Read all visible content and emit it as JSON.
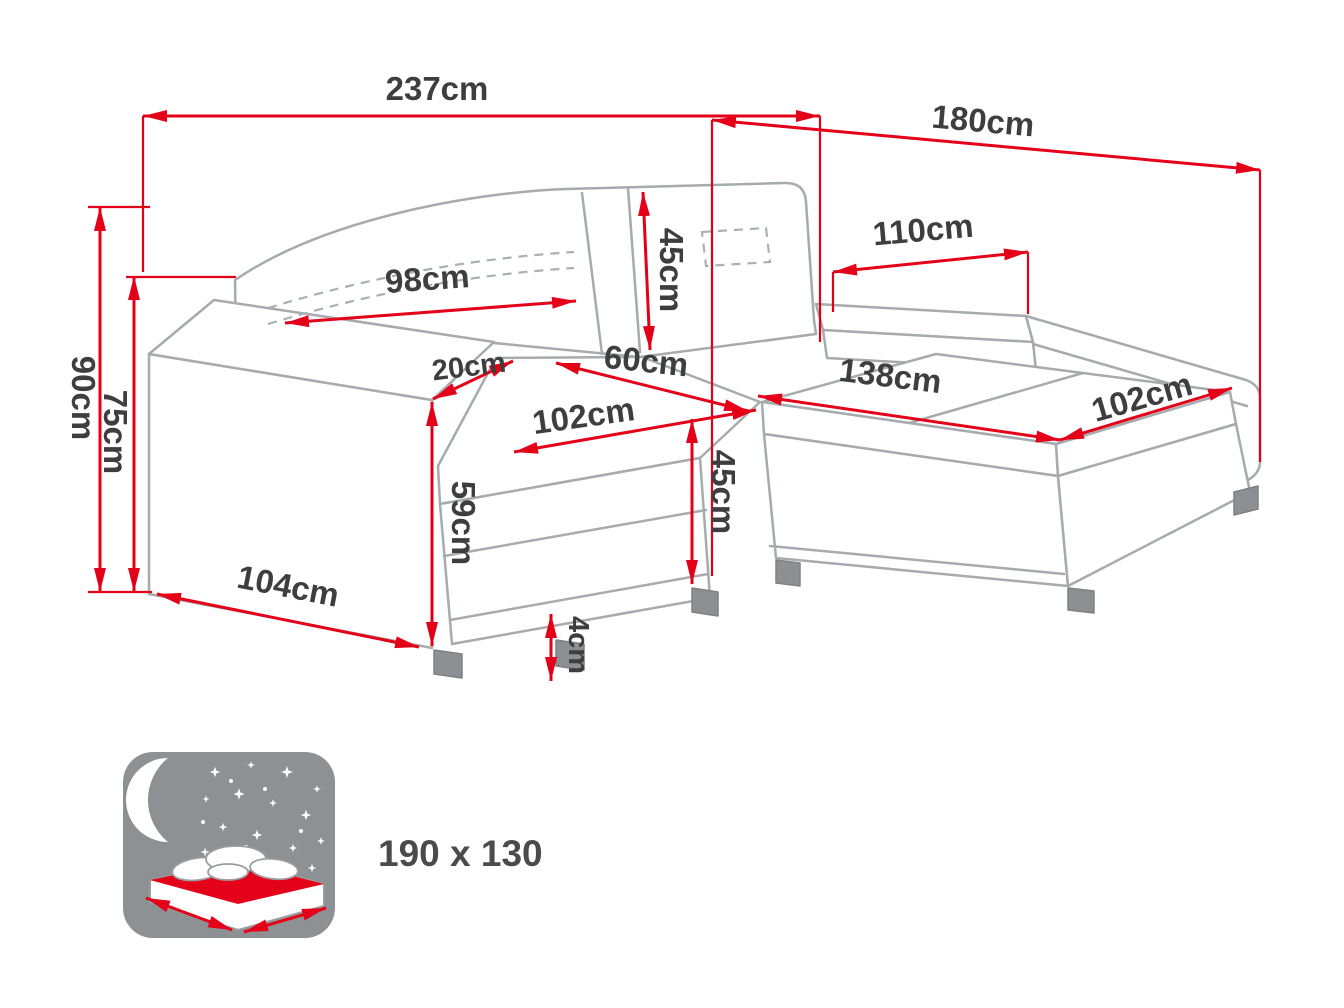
{
  "colors": {
    "dimension_red": "#e50019",
    "outline_gray": "#a6abae",
    "label_dark": "#3e3e41",
    "icon_gray": "#8e9194"
  },
  "dims": {
    "d237": "237cm",
    "d180": "180cm",
    "d90": "90cm",
    "d75": "75cm",
    "d98": "98cm",
    "d45_back": "45cm",
    "d110": "110cm",
    "d20": "20cm",
    "d60": "60cm",
    "d138": "138cm",
    "d102_seat": "102cm",
    "d102_chaise": "102cm",
    "d59": "59cm",
    "d45_seat": "45cm",
    "d104": "104cm",
    "d4": "4cm"
  },
  "bed": {
    "icon": "sofa-bed-sleeping-function-icon",
    "label": "190 x 130"
  }
}
